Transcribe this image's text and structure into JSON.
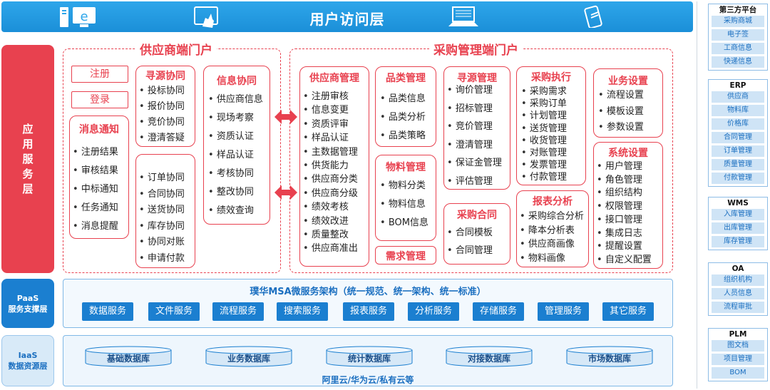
{
  "top": {
    "title": "用户访问层"
  },
  "layers": {
    "app": [
      "应",
      "用",
      "服",
      "务",
      "层"
    ],
    "paas": [
      "PaaS",
      "服务支撑层"
    ],
    "iaas": [
      "IaaS",
      "数据资源层"
    ]
  },
  "supplier_portal": {
    "title": "供应商端门户",
    "register": "注册",
    "login": "登录",
    "msg": {
      "title": "消息通知",
      "items": [
        "注册结果",
        "审核结果",
        "中标通知",
        "任务通知",
        "消息提醒"
      ]
    },
    "sourcing": {
      "title": "寻源协同",
      "items": [
        "投标协同",
        "报价协同",
        "竞价协同",
        "澄清答疑"
      ]
    },
    "order": {
      "items": [
        "订单协同",
        "合同协同",
        "送货协同",
        "库存协同",
        "协同对账",
        "申请付款"
      ]
    },
    "info": {
      "title": "信息协同",
      "items": [
        "供应商信息",
        "现场考察",
        "资质认证",
        "样品认证",
        "考核协同",
        "整改协同",
        "绩效查询"
      ]
    }
  },
  "purchase_portal": {
    "title": "采购管理端门户",
    "supplier_mgmt": {
      "title": "供应商管理",
      "items": [
        "注册审核",
        "信息变更",
        "资质评审",
        "样品认证",
        "主数据管理",
        "供货能力",
        "供应商分类",
        "供应商分级",
        "绩效考核",
        "绩效改进",
        "质量整改",
        "供应商准出"
      ]
    },
    "category": {
      "title": "品类管理",
      "items": [
        "品类信息",
        "品类分析",
        "品类策略"
      ]
    },
    "material": {
      "title": "物料管理",
      "items": [
        "物料分类",
        "物料信息",
        "BOM信息"
      ]
    },
    "demand": {
      "title": "需求管理"
    },
    "sourcing": {
      "title": "寻源管理",
      "items": [
        "询价管理",
        "招标管理",
        "竞价管理",
        "澄清管理",
        "保证金管理",
        "评估管理"
      ]
    },
    "contract": {
      "title": "采购合同",
      "items": [
        "合同模板",
        "合同管理"
      ]
    },
    "execution": {
      "title": "采购执行",
      "items": [
        "采购需求",
        "采购订单",
        "计划管理",
        "送货管理",
        "收货管理",
        "对账管理",
        "发票管理",
        "付款管理"
      ]
    },
    "report": {
      "title": "报表分析",
      "items": [
        "采购综合分析",
        "降本分析表",
        "供应商画像",
        "物料画像"
      ]
    },
    "business": {
      "title": "业务设置",
      "items": [
        "流程设置",
        "模板设置",
        "参数设置"
      ]
    },
    "system": {
      "title": "系统设置",
      "items": [
        "用户管理",
        "角色管理",
        "组织结构",
        "权限管理",
        "接口管理",
        "集成日志",
        "提醒设置",
        "自定义配置"
      ]
    }
  },
  "paas": {
    "title": "璞华MSA微服务架构（统一规范、统一架构、统一标准）",
    "services": [
      "数据服务",
      "文件服务",
      "流程服务",
      "搜索服务",
      "报表服务",
      "分析服务",
      "存储服务",
      "管理服务",
      "其它服务"
    ]
  },
  "iaas": {
    "databases": [
      "基础数据库",
      "业务数据库",
      "统计数据库",
      "对接数据库",
      "市场数据库"
    ],
    "cloud": "阿里云/华为云/私有云等"
  },
  "third_party": [
    {
      "title": "第三方平台",
      "items": [
        "采购商城",
        "电子签",
        "工商信息",
        "快递信息"
      ]
    },
    {
      "title": "ERP",
      "items": [
        "供应商",
        "物料库",
        "价格库",
        "合同管理",
        "订单管理",
        "质量管理",
        "付款管理"
      ]
    },
    {
      "title": "WMS",
      "items": [
        "入库管理",
        "出库管理",
        "库存管理"
      ]
    },
    {
      "title": "OA",
      "items": [
        "组织机构",
        "人员信息",
        "流程审批"
      ]
    },
    {
      "title": "PLM",
      "items": [
        "图文档",
        "项目管理",
        "BOM"
      ]
    }
  ],
  "colors": {
    "red": "#e8414f",
    "blue": "#1b7fd0",
    "top_bar": "#2ea6ea"
  }
}
